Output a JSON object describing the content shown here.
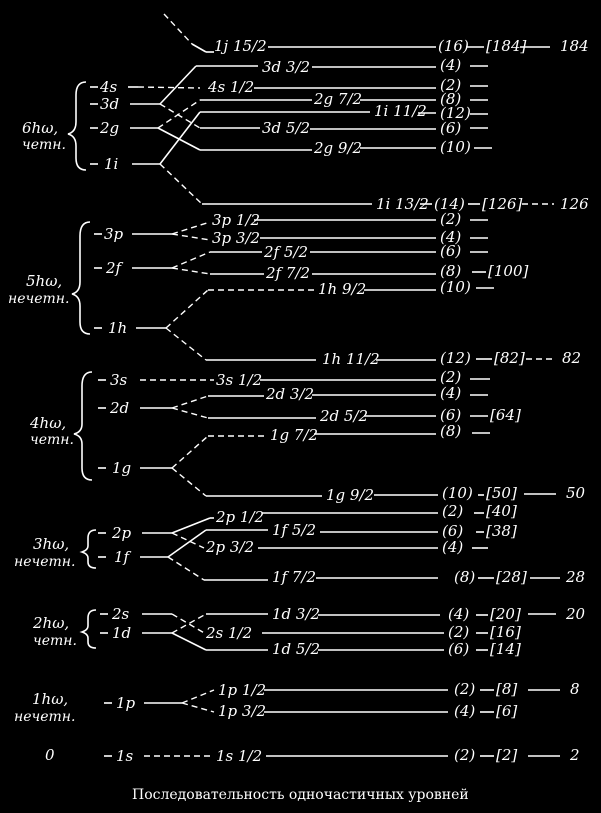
{
  "caption": "Последовательность одночастичных уровней",
  "groups": [
    {
      "energy": "6hω,",
      "parity": "четн.",
      "levels": [
        "4s",
        "3d",
        "2g",
        "1i"
      ]
    },
    {
      "energy": "5hω,",
      "parity": "нечетн.",
      "levels": [
        "3p",
        "2f",
        "1h"
      ]
    },
    {
      "energy": "4hω,",
      "parity": "четн.",
      "levels": [
        "3s",
        "2d",
        "1g"
      ]
    },
    {
      "energy": "3hω,",
      "parity": "нечетн.",
      "levels": [
        "2p",
        "1f"
      ]
    },
    {
      "energy": "2hω,",
      "parity": "четн.",
      "levels": [
        "2s",
        "1d"
      ]
    },
    {
      "energy": "1hω,",
      "parity": "нечетн.",
      "levels": [
        "1p"
      ]
    },
    {
      "energy": "0",
      "parity": "",
      "levels": [
        "1s"
      ]
    }
  ],
  "sublevels": [
    {
      "label": "1j 15/2",
      "count": "(16)",
      "total": "[184]",
      "magic": "184"
    },
    {
      "label": "3d 3/2",
      "count": "(4)"
    },
    {
      "label": "4s 1/2",
      "count": "(2)"
    },
    {
      "label": "2g 7/2",
      "count": "(8)"
    },
    {
      "label": "1i 11/2",
      "count": "(12)"
    },
    {
      "label": "3d 5/2",
      "count": "(6)"
    },
    {
      "label": "2g 9/2",
      "count": "(10)"
    },
    {
      "label": "1i 13/2",
      "count": "(14)",
      "total": "[126]",
      "magic": "126"
    },
    {
      "label": "3p 1/2",
      "count": "(2)"
    },
    {
      "label": "3p 3/2",
      "count": "(4)"
    },
    {
      "label": "2f 5/2",
      "count": "(6)"
    },
    {
      "label": "2f 7/2",
      "count": "(8)",
      "total": "[100]"
    },
    {
      "label": "1h 9/2",
      "count": "(10)"
    },
    {
      "label": "1h 11/2",
      "count": "(12)",
      "total": "[82]",
      "magic": "82"
    },
    {
      "label": "3s 1/2",
      "count": "(2)"
    },
    {
      "label": "2d 3/2",
      "count": "(4)"
    },
    {
      "label": "2d 5/2",
      "count": "(6)",
      "total": "[64]"
    },
    {
      "label": "1g 7/2",
      "count": "(8)"
    },
    {
      "label": "1g 9/2",
      "count": "(10)",
      "total": "[50]",
      "magic": "50"
    },
    {
      "label": "2p 1/2",
      "count": "(2)",
      "total": "[40]"
    },
    {
      "label": "1f 5/2",
      "count": "(6)",
      "total": "[38]"
    },
    {
      "label": "2p 3/2",
      "count": "(4)"
    },
    {
      "label": "1f 7/2",
      "count": "(8)",
      "total": "[28]",
      "magic": "28"
    },
    {
      "label": "1d 3/2",
      "count": "(4)",
      "total": "[20]",
      "magic": "20"
    },
    {
      "label": "2s 1/2",
      "count": "(2)",
      "total": "[16]"
    },
    {
      "label": "1d 5/2",
      "count": "(6)",
      "total": "[14]"
    },
    {
      "label": "1p 1/2",
      "count": "(2)",
      "total": "[8]",
      "magic": "8"
    },
    {
      "label": "1p 3/2",
      "count": "(4)",
      "total": "[6]"
    },
    {
      "label": "1s 1/2",
      "count": "(2)",
      "total": "[2]",
      "magic": "2"
    }
  ]
}
